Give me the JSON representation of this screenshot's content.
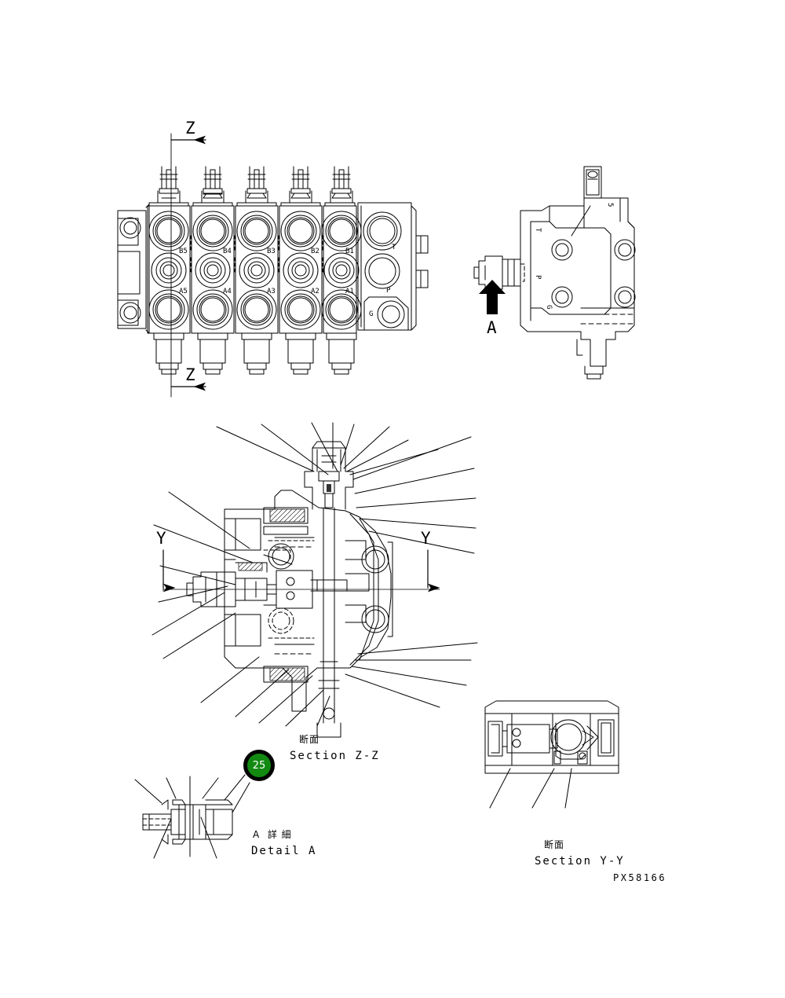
{
  "drawing": {
    "code": "PX58166",
    "callout": {
      "number": "25",
      "color": "#128a12"
    }
  },
  "captions": {
    "section_zz": {
      "jp": "断面",
      "en": "Section Z-Z"
    },
    "section_yy": {
      "jp": "断面",
      "en": "Section Y-Y"
    },
    "detail_a": {
      "jp": "A  詳 細",
      "en": "Detail A"
    }
  },
  "section_markers": {
    "z_top": "Z",
    "z_bottom": "Z",
    "y_left": "Y",
    "y_right": "Y",
    "a_arrow": "A"
  },
  "valve_assembly": {
    "ports_upper": [
      "B5",
      "B4",
      "B3",
      "B2",
      "B1"
    ],
    "ports_lower": [
      "A5",
      "A4",
      "A3",
      "A2",
      "A1"
    ],
    "ports_end": [
      "T",
      "P",
      "G"
    ]
  },
  "end_view": {
    "ports": [
      "T",
      "P",
      "G",
      "5"
    ]
  }
}
